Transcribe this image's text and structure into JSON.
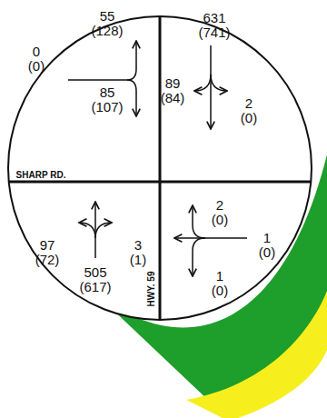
{
  "diagram": {
    "labels": [
      "55",
      "(128)",
      "0",
      "(0)",
      "85",
      "(107)",
      "631",
      "(741)",
      "89",
      "(84)",
      "2",
      "(0)",
      "97",
      "(72)",
      "3",
      "(1)",
      "505",
      "(617)",
      "2",
      "(0)",
      "1",
      "(0)",
      "1",
      "(0)",
      "SHARP RD.",
      "HWY. 59"
    ]
  }
}
